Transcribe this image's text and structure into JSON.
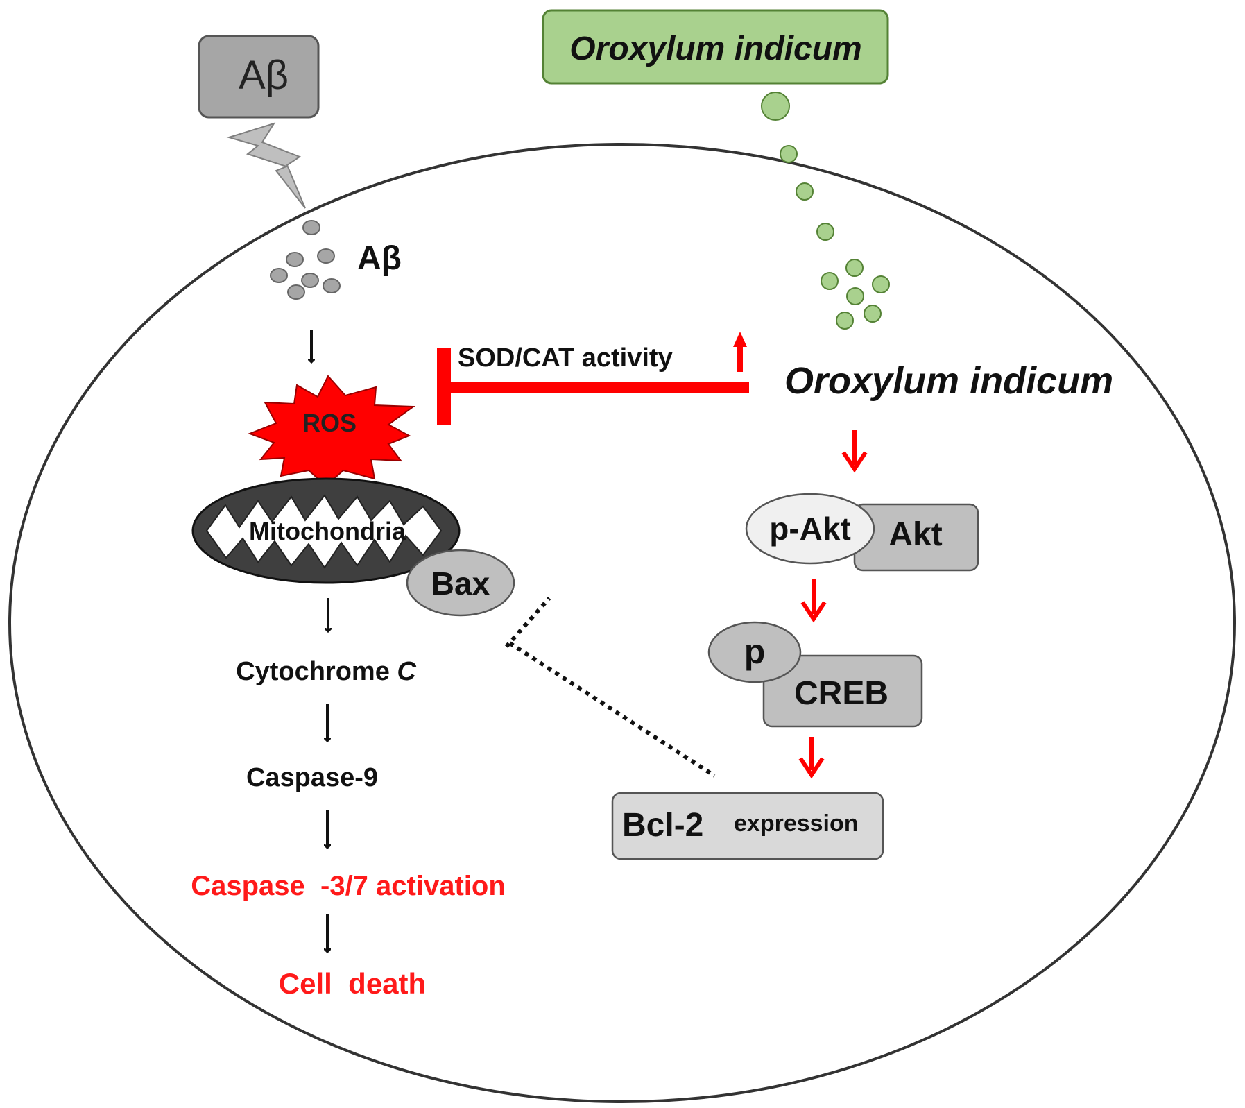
{
  "colors": {
    "inhibit_red": "#ff0000",
    "text_black": "#111111",
    "text_red": "#ff1a1a",
    "extract_green_fill": "#a9d18e",
    "extract_green_stroke": "#548235",
    "gray_box": "#bfbfbf",
    "light_gray": "#d9d9d9",
    "cell_outline": "#333333"
  },
  "abeta": {
    "box_label": "Aβ",
    "inner_label": "Aβ"
  },
  "extract": {
    "box_label": "Oroxylum indicum",
    "inner_label": "Oroxylum indicum"
  },
  "inhibition": {
    "label": "SOD/CAT activity"
  },
  "left_pathway": {
    "ros": "ROS",
    "mitochondria": "Mitochondria",
    "bax": "Bax",
    "cytochrome": "Cytochrome",
    "cytochrome_suffix": "C",
    "caspase9": "Caspase-9",
    "caspase37": "Caspase  -3/7 activation",
    "cell_death": "Cell  death"
  },
  "right_pathway": {
    "p_akt": "p-Akt",
    "akt": "Akt",
    "p": "p",
    "creb": "CREB",
    "bcl2": "Bcl-2",
    "expression": "expression"
  }
}
